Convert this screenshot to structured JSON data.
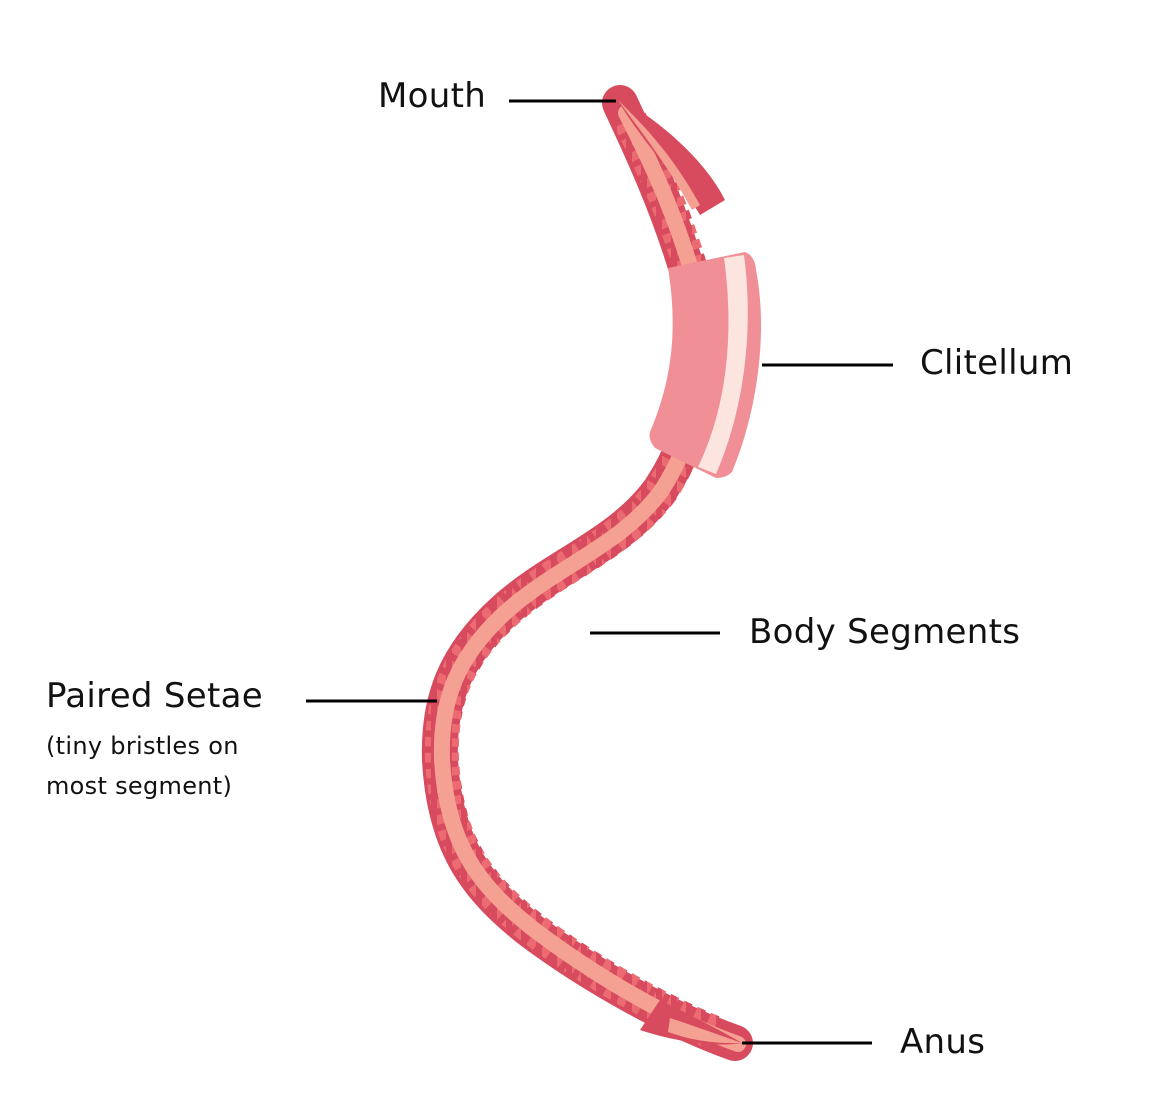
{
  "labels": {
    "mouth": "Mouth",
    "clitellum": "Clitellum",
    "body_segments": "Body Segments",
    "paired_setae": "Paired Setae",
    "paired_setae_note_line1": "(tiny bristles on",
    "paired_setae_note_line2": "most segment)",
    "anus": "Anus"
  },
  "colors": {
    "body_outer": "#d84a5e",
    "segment_light": "#ec6a72",
    "center_stripe": "#f4a092",
    "clitellum": "#f08f96",
    "clitellum_highlight": "#fde5df",
    "leader_line": "#000000"
  }
}
